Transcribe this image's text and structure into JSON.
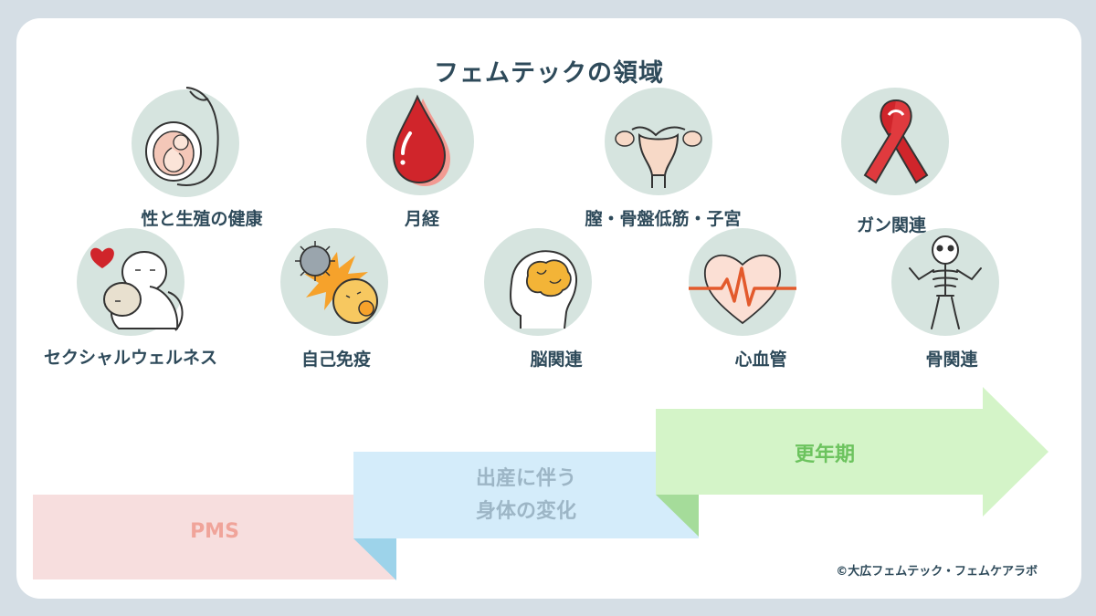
{
  "title": "フェムテックの領域",
  "topics_row1": [
    {
      "label": "性と生殖の健康",
      "icon": "pregnancy-icon"
    },
    {
      "label": "月経",
      "icon": "blood-drop-icon"
    },
    {
      "label": "膣・骨盤低筋・子宮",
      "icon": "uterus-icon"
    },
    {
      "label": "ガン関連",
      "icon": "awareness-ribbon-icon"
    }
  ],
  "topics_row2": [
    {
      "label": "セクシャルウェルネス",
      "icon": "embracing-couple-icon"
    },
    {
      "label": "自己免疫",
      "icon": "virus-fight-icon"
    },
    {
      "label": "脳関連",
      "icon": "brain-icon"
    },
    {
      "label": "心血管",
      "icon": "heartbeat-icon"
    },
    {
      "label": "骨関連",
      "icon": "skeleton-icon"
    }
  ],
  "stages": [
    {
      "label": "PMS",
      "color": "#f7dede",
      "text_color": "#f0a49a"
    },
    {
      "label_line1": "出産に伴う",
      "label_line2": "身体の変化",
      "color": "#d4ecfa",
      "fold_color": "#9dd3ea",
      "text_color": "#9db6c6"
    },
    {
      "label": "更年期",
      "color": "#d4f4c8",
      "fold_color": "#a5dc9a",
      "text_color": "#6cc35e"
    }
  ],
  "credit": "©大広フェムテック・フェムケアラボ",
  "colors": {
    "circle": "#d6e4df",
    "text": "#2e4a5a",
    "red": "#d0252b"
  }
}
